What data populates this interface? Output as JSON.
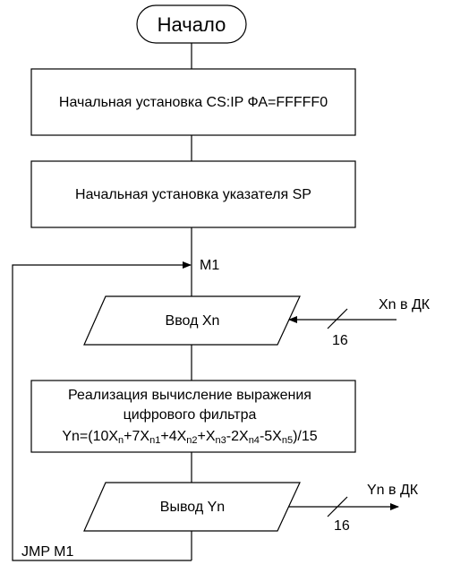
{
  "flowchart": {
    "start_label": "Начало",
    "block1_label": "Начальная установка CS:IP ФА=FFFFF0",
    "block2_label": "Начальная установка указателя SP",
    "label_m1": "M1",
    "input_label": "Ввод Xn",
    "input_source_label": "Xn в ДК",
    "input_bus_width": "16",
    "calc_line1": "Реализация вычисление выражения",
    "calc_line2": "цифрового фильтра",
    "formula": {
      "p1": "Yn=(10X",
      "s1": "n",
      "p2": "+7X",
      "s2": "n1",
      "p3": "+4X",
      "s3": "n2",
      "p4": "+X",
      "s4": "n3",
      "p5": "-2X",
      "s5": "n4",
      "p6": "-5X",
      "s6": "n5",
      "p7": ")/15"
    },
    "output_label": "Вывод Yn",
    "output_target_label": "Yn в ДК",
    "output_bus_width": "16",
    "jump_label": "JMP M1"
  }
}
